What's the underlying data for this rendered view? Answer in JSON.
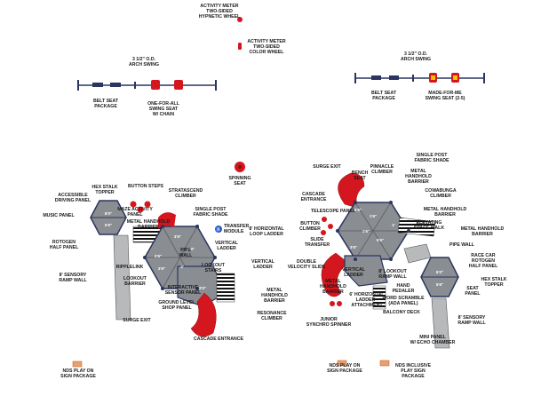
{
  "labels": {
    "activity_meter_hypnotic": "ACTIVITY METER\nTWO-SIDED\nHYPNETIC WHEEL",
    "activity_meter_color": "ACTIVITY METER\nTWO-SIDED\nCOLOR WHEEL",
    "arch_swing_left": "3 1/2\" O.D.\nARCH SWING",
    "arch_swing_right": "3 1/2\" O.D.\nARCH SWING",
    "belt_seat_package_left": "BELT SEAT\nPACKAGE",
    "one_for_all_swing": "ONE-FOR-ALL\nSWING SEAT\nW/ CHAIN",
    "belt_seat_package_right": "BELT SEAT\nPACKAGE",
    "made_for_me_swing": "MADE-FOR-ME\nSWING SEAT (2-5)",
    "spinning_seat": "SPINNING\nSEAT",
    "hex_stalk_topper_left": "HEX STALK\nTOPPER",
    "button_steps": "BUTTON STEPS",
    "accessible_driving_panel": "ACCESSIBLE\nDRIVING PANEL",
    "maze_activity_panel": "MAZE ACTIVITY\nPANEL",
    "stratascend_climber": "STRATASCEND\nCLIMBER",
    "music_panel": "MUSIC PANEL",
    "metal_handhold_barrier_a": "METAL HANDHOLD\nBARRIER",
    "single_post_fabric_shade_left": "SINGLE POST\nFABRIC SHADE",
    "transfer_module": "TRANSFER\nMODULE",
    "horizontal_loop_ladder": "8' HORIZONTAL\nLOOP LADDER",
    "rotogen_half_panel": "ROTOGEN\nHALF PANEL",
    "vertical_ladder_a": "VERTICAL\nLADDER",
    "pipe_wall_left": "PIPE\nWALL",
    "vertical_ladder_b": "VERTICAL\nLADDER",
    "ripplelink": "RIPPLELINK",
    "lookout_stairs": "LOOKOUT\nSTAIRS",
    "sensory_ramp_wall_left": "8' SENSORY\nRAMP WALL",
    "lookout_barrier": "LOOKOUT\nBARRIER",
    "interactive_sensor_panel": "INTERACTIVE\nSENSOR PANEL",
    "metal_handhold_barrier_b": "METAL\nHANDHOLD\nBARRIER",
    "ground_level_shop_panel": "GROUND LEVEL\nSHOP PANEL",
    "surge_exit_left": "SURGE EXIT",
    "resonance_climber": "RESONANCE\nCLIMBER",
    "cascade_entrance_left": "CASCADE ENTRANCE",
    "surge_exit_right": "SURGE EXIT",
    "pinnacle_climber": "PINNACLE\nCLIMBER",
    "single_post_fabric_shade_right": "SINGLE POST\nFABRIC SHADE",
    "bench_seat": "BENCH\nSEAT",
    "metal_handhold_barrier_c": "METAL\nHANDHOLD\nBARRIER",
    "cascade_entrance_right": "CASCADE\nENTRANCE",
    "cowabunga_climber": "COWABUNGA\nCLIMBER",
    "telescope_panel": "TELESCOPE PANEL",
    "metal_handhold_barrier_d": "METAL HANDHOLD\nBARRIER",
    "button_climber": "BUTTON\nCLIMBER",
    "elevating_space_walk": "ELEVATING\nSPACE WALK",
    "metal_handhold_barrier_e": "METAL HANDHOLD\nBARRIER",
    "slide_transfer": "SLIDE\nTRANSFER",
    "pipe_wall_right": "PIPE WALL",
    "double_velocity_slide": "DOUBLE\nVELOCITY SLIDE",
    "race_car_rotogen": "RACE CAR\nROTOGEN\nHALF PANEL",
    "vertical_ladder_c": "VERTICAL\nLADDER",
    "lookout_ramp_wall": "8' LOOKOUT\nRAMP WALL",
    "hex_stalk_topper_right": "HEX STALK\nTOPPER",
    "metal_handhold_barrier_f": "METAL\nHANDHOLD\nBARRIER",
    "hand_pedaler": "HAND\nPEDALER",
    "seat_panel": "SEAT\nPANEL",
    "horizontal_ladder_attachment": "6' HORIZONTAL\nLADDER -\nATTACHMENT",
    "word_scramble": "WORD SCRAMBLE\n(ADA PANEL)",
    "balcony_deck": "BALCONY DECK",
    "sensory_ramp_wall_right": "8' SENSORY\nRAMP WALL",
    "junior_synchro_spinner": "JUNIOR\nSYNCHRO SPINNER",
    "mini_panel_echo": "MINI PANEL\nW/ ECHO CHAMBER",
    "nds_play_on_left": "NDS PLAY ON\nSIGN PACKAGE",
    "nds_play_on_right": "NDS PLAY ON\nSIGN PACKAGE",
    "nds_inclusive": "NDS INCLUSIVE\nPLAY SIGN\nPACKAGE"
  },
  "deck_heights": {
    "left_hex_top": "6'0\"",
    "left_hex_bottom": "5'6\"",
    "left_a": "3'6\"",
    "left_b": "4'0\"",
    "left_c": "2'6\"",
    "left_d": "3'6\"",
    "left_e": "4'",
    "left_f": "3'0\"",
    "right_a": "3'6\"",
    "right_b": "1'6\"",
    "right_c": "2'",
    "right_d": "1'6\"",
    "right_e": "5'6\"",
    "right_f": "3'6\"",
    "right_hex_top": "6'0\"",
    "right_hex_bottom": "5'6\""
  },
  "colors": {
    "deck": "#8a8d91",
    "deck_dark": "#5a5d62",
    "post": "#2a3560",
    "slide": "#d4161e",
    "ramp": "#b7b9bb"
  },
  "icons": {
    "transfer": "transfer-module-icon"
  }
}
